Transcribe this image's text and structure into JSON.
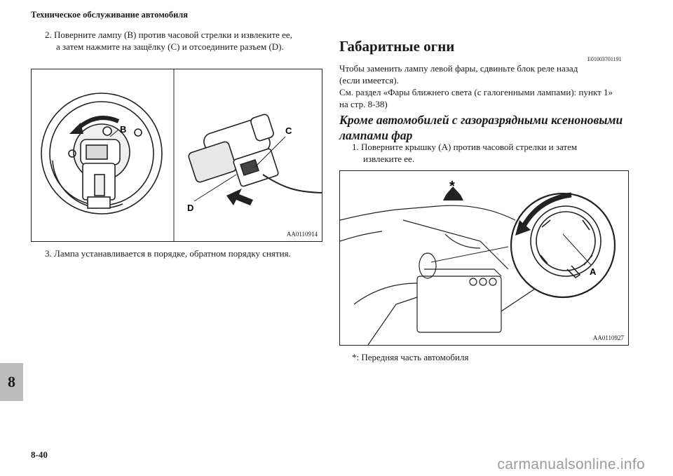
{
  "header": {
    "title": "Техническое обслуживание автомобиля"
  },
  "left": {
    "step2_line1": "2.  Поверните лампу (B) против часовой стрелки и извлеките ее,",
    "step2_line2": "а затем нажмите на защёлку (C) и отсоедините разъем (D).",
    "figure": {
      "code": "AA0110914",
      "label_b": "B",
      "label_c": "C",
      "label_d": "D"
    },
    "step3": "3.  Лампа устанавливается в порядке, обратном порядку снятия."
  },
  "right": {
    "title": "Габаритные огни",
    "doc_code": "E01003701191",
    "intro_line1": "Чтобы заменить лампу левой фары, сдвиньте блок реле назад",
    "intro_line2": "(если имеется).",
    "intro_line3": "См. раздел «Фары ближнего света (с галогенными лампами): пункт 1»",
    "intro_line4": "на стр. 8-38)",
    "subtitle_line1": "Кроме автомобилей с газоразрядными ксеноновыми",
    "subtitle_line2": "лампами фар",
    "step1_line1": "1.  Поверните крышку (A) против часовой стрелки и затем",
    "step1_line2": "извлеките ее.",
    "figure": {
      "code": "AA0110927",
      "label_a": "A",
      "label_star": "*"
    },
    "footnote": "*:  Передняя часть автомобиля"
  },
  "chapter_tab": "8",
  "page_number": "8-40",
  "watermark": "carmanualsonline.info"
}
